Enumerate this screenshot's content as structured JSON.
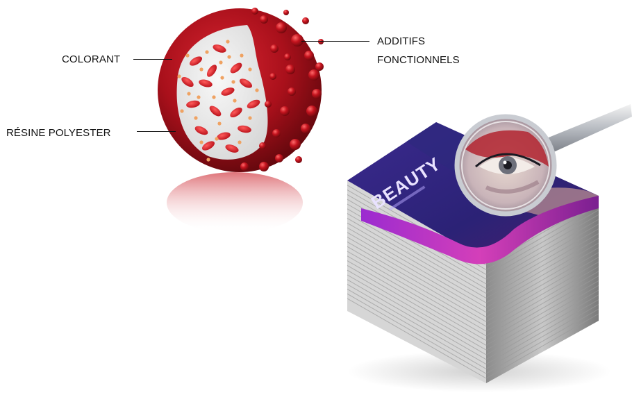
{
  "labels": {
    "colorant": "COLORANT",
    "resin": "RÉSINE POLYESTER",
    "additives_line1": "ADDITIFS",
    "additives_line2": "FONCTIONNELS"
  },
  "magazine": {
    "cover_title": "BEAUTY"
  },
  "colors": {
    "toner_red": "#b3131f",
    "toner_dark_red": "#6e0a10",
    "core_fill": "#ececec",
    "pigment_red": "#d81a23",
    "additive_orange": "#f0a060",
    "cover_purple": "#3a2f8f"
  }
}
